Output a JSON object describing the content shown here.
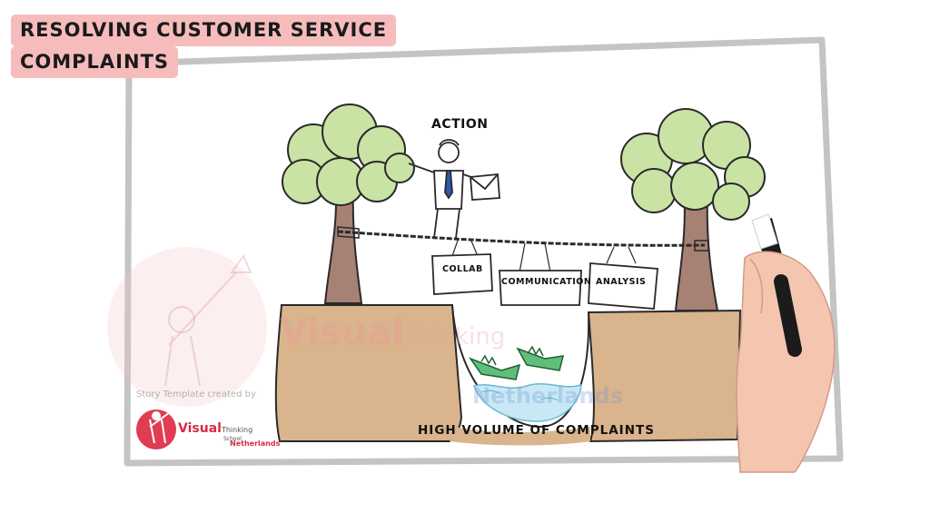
{
  "title": {
    "line1": "RESOLVING CUSTOMER SERVICE",
    "line2": "COMPLAINTS"
  },
  "labels": {
    "top": "ACTION",
    "bottom": "HIGH VOLUME OF COMPLAINTS"
  },
  "signs": [
    "COLLAB",
    "COMMUNICATION",
    "ANALYSIS"
  ],
  "watermark": {
    "word1": "Visual",
    "word2": "Thinking",
    "word3": "Netherlands",
    "credit": "Story Template created by"
  },
  "logo": {
    "brand": "Visual",
    "brand2": "Thinking",
    "sub1": "School",
    "sub2": "Netherlands"
  },
  "colors": {
    "title_bg": "#f6bcbc",
    "foliage": "#c9e3a4",
    "trunk": "#a68174",
    "ground": "#d9b48c",
    "water": "#c8e9f4",
    "crocodile": "#5fbf7a",
    "logo_red": "#d62c43"
  }
}
